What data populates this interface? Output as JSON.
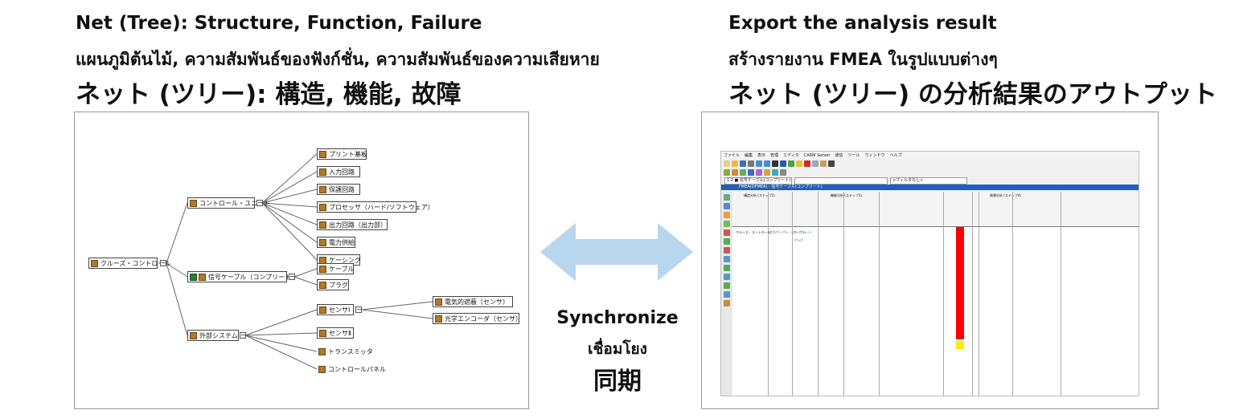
{
  "left_heading": {
    "en": "Net (Tree): Structure, Function, Failure",
    "th": "แผนภูมิต้นไม้, ความสัมพันธ์ของฟังก์ชั่น, ความสัมพันธ์ของความเสียหาย",
    "ja": "ネット (ツリー): 構造, 機能, 故障"
  },
  "right_heading": {
    "en": "Export the analysis result",
    "th": "สร้างรายงาน FMEA ในรูปแบบต่างๆ",
    "ja": "ネット (ツリー) の分析結果のアウトプット"
  },
  "sync": {
    "en": "Synchronize",
    "th": "เชื่อมโยง",
    "ja": "同期"
  },
  "tree": {
    "root": "クルーズ・コントロール",
    "control_unit": "コントロール・ユニット",
    "signal_cable": "信号ケーブル（コンプリート）",
    "external_system": "外部システム",
    "cu_children": [
      "プリント基板",
      "入力回路",
      "保護回路",
      "プロセッサ（ハード/ソフトウェア）",
      "出力回路（出力部）",
      "電力供給",
      "ケーシング"
    ],
    "cable_children": [
      "ケーブル",
      "プラグ"
    ],
    "ext_children": [
      "センサⅠ",
      "センサⅡ",
      "トランスミッタ",
      "コントロールパネル"
    ],
    "sensor1_children": [
      "電気的遮蔽（センサ）",
      "光学エンコーダ（センサ）"
    ]
  },
  "fmea_app": {
    "menu": [
      "ファイル",
      "編集",
      "表示",
      "管理",
      "エディタ",
      "CARM Server",
      "通信",
      "ツール",
      "ウィンドウ",
      "ヘルプ"
    ],
    "address": [
      "1.2 ■ 信号ケーブル(コンプリート)",
      "<フィルタなし>"
    ],
    "tab_title": "FMEA(DFMEA) - 信号ケーブル(コンプリート)",
    "col_headers": [
      "構造分析 (ステップ2)",
      "機能分析 (ステップ3)",
      "故障分析 (ステップ4)"
    ],
    "row_cells": [
      "クルーズ・コントロール",
      "信号ケーブル（コンプリート）",
      "ケーブル",
      "プラグ"
    ]
  }
}
